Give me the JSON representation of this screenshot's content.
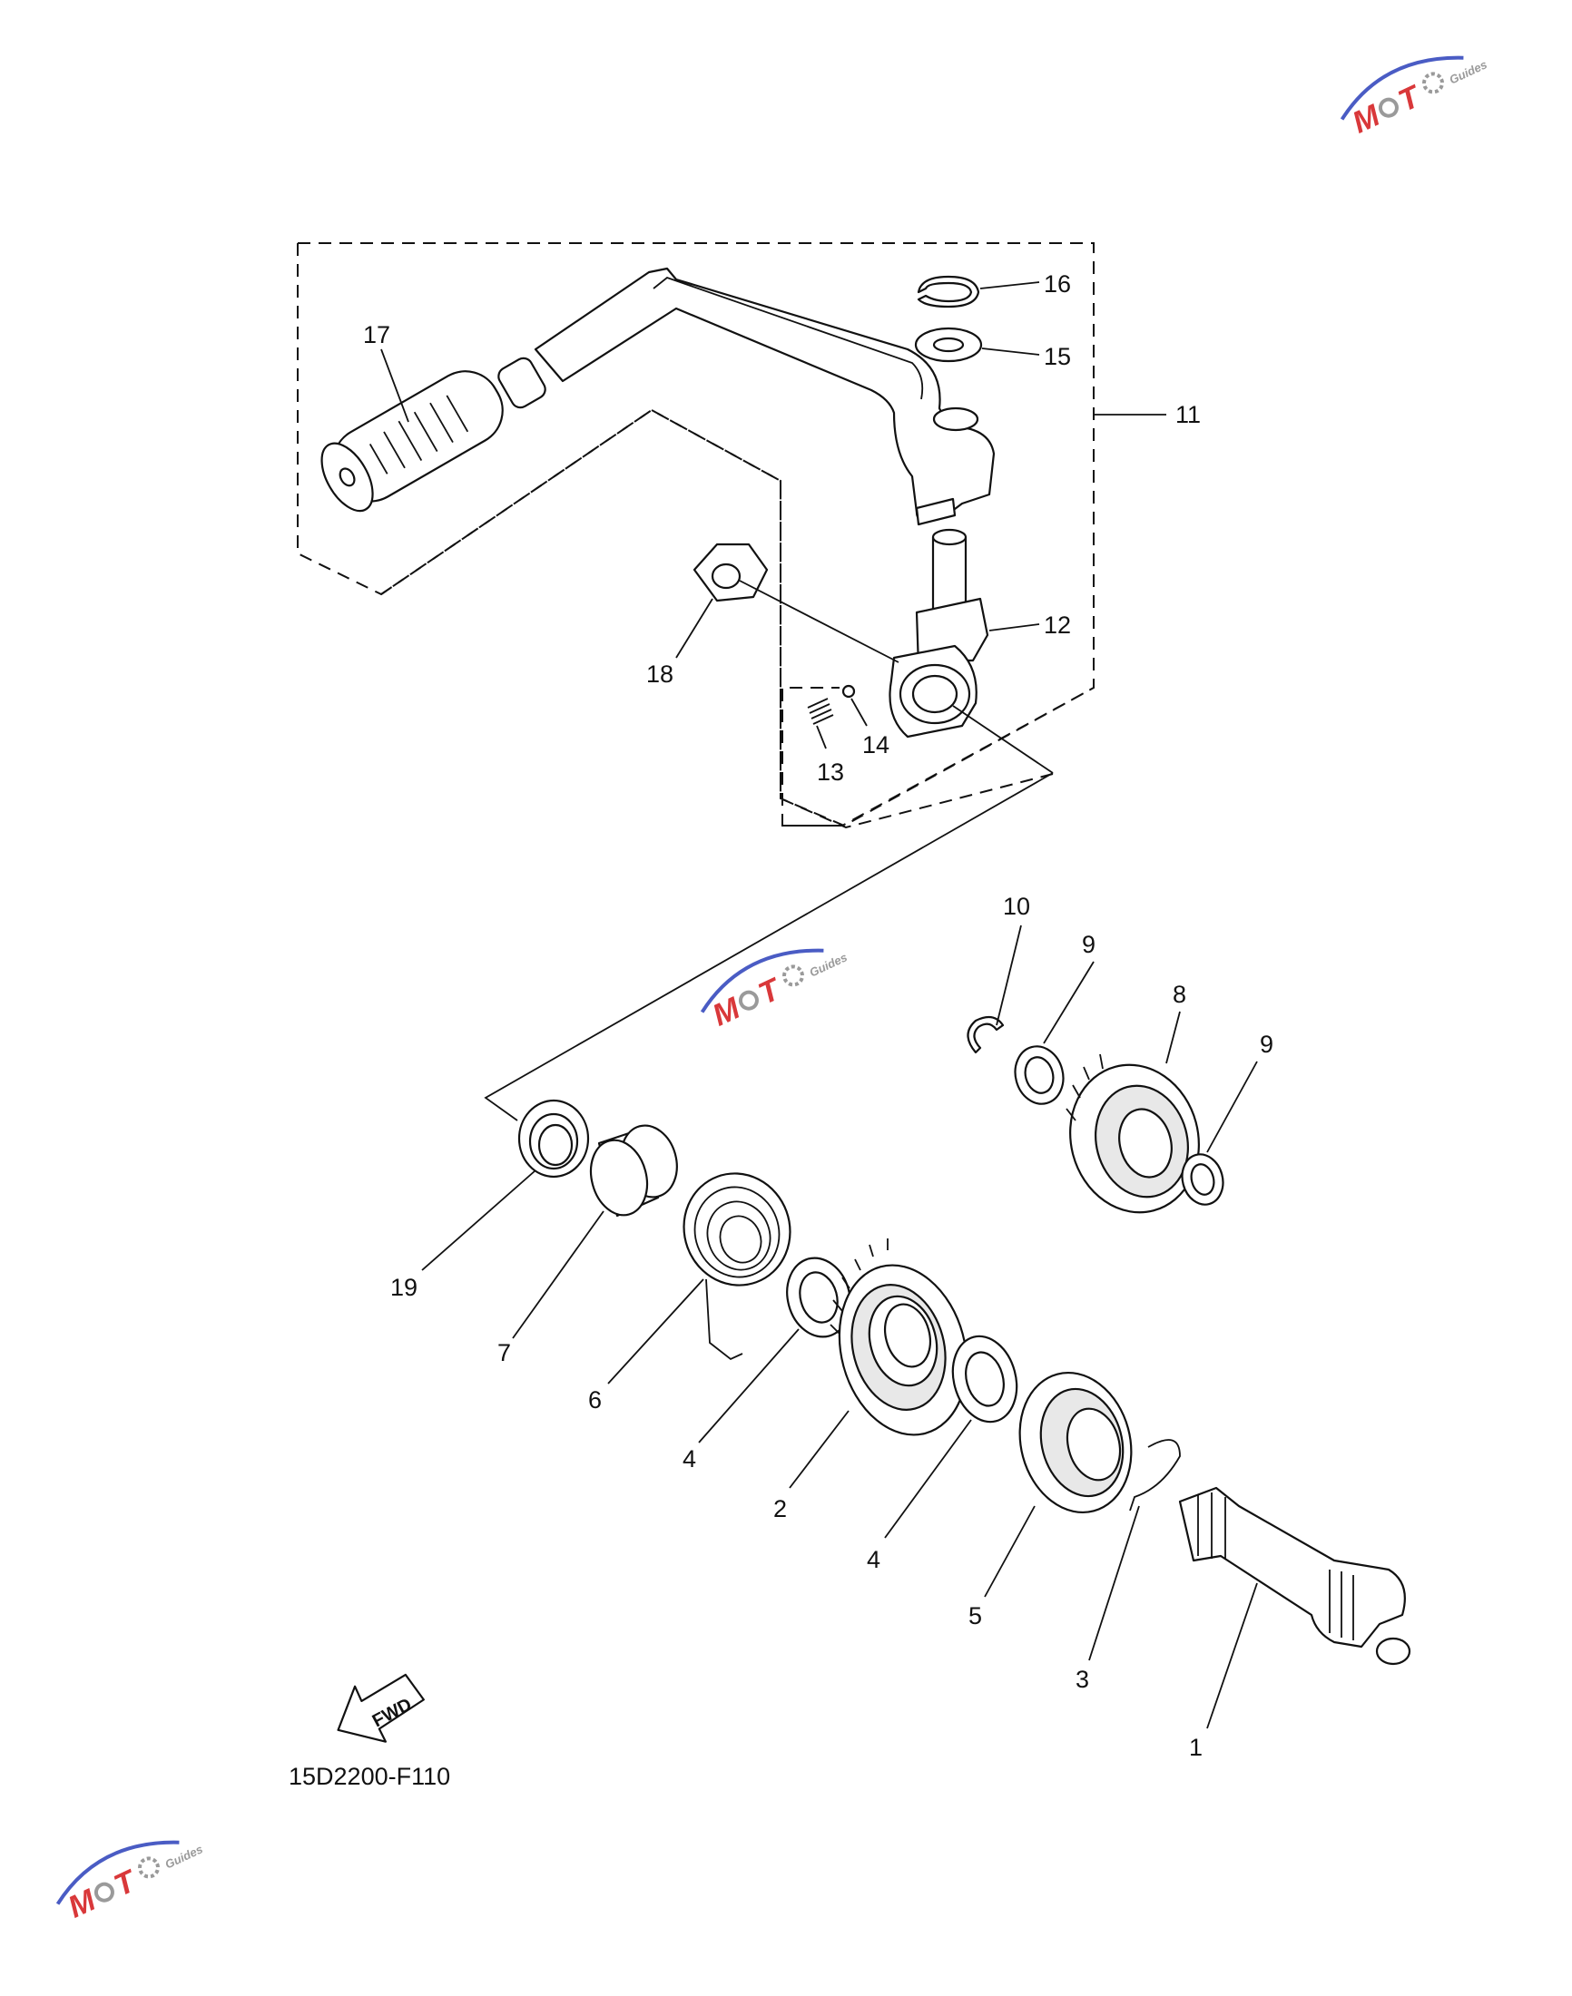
{
  "diagram_code": "15D2200-F110",
  "fwd_label": "FWD",
  "watermark": {
    "text": "MOTO",
    "sub": "Guides",
    "colors": {
      "red": "#d9383a",
      "blue": "#4a5cc4",
      "gray": "#9a9a9a"
    }
  },
  "callouts": {
    "p1": "1",
    "p2": "2",
    "p3": "3",
    "p4a": "4",
    "p4b": "4",
    "p5": "5",
    "p6": "6",
    "p7": "7",
    "p8": "8",
    "p9a": "9",
    "p9b": "9",
    "p10": "10",
    "p11": "11",
    "p12": "12",
    "p13": "13",
    "p14": "14",
    "p15": "15",
    "p16": "16",
    "p17": "17",
    "p18": "18",
    "p19": "19"
  }
}
